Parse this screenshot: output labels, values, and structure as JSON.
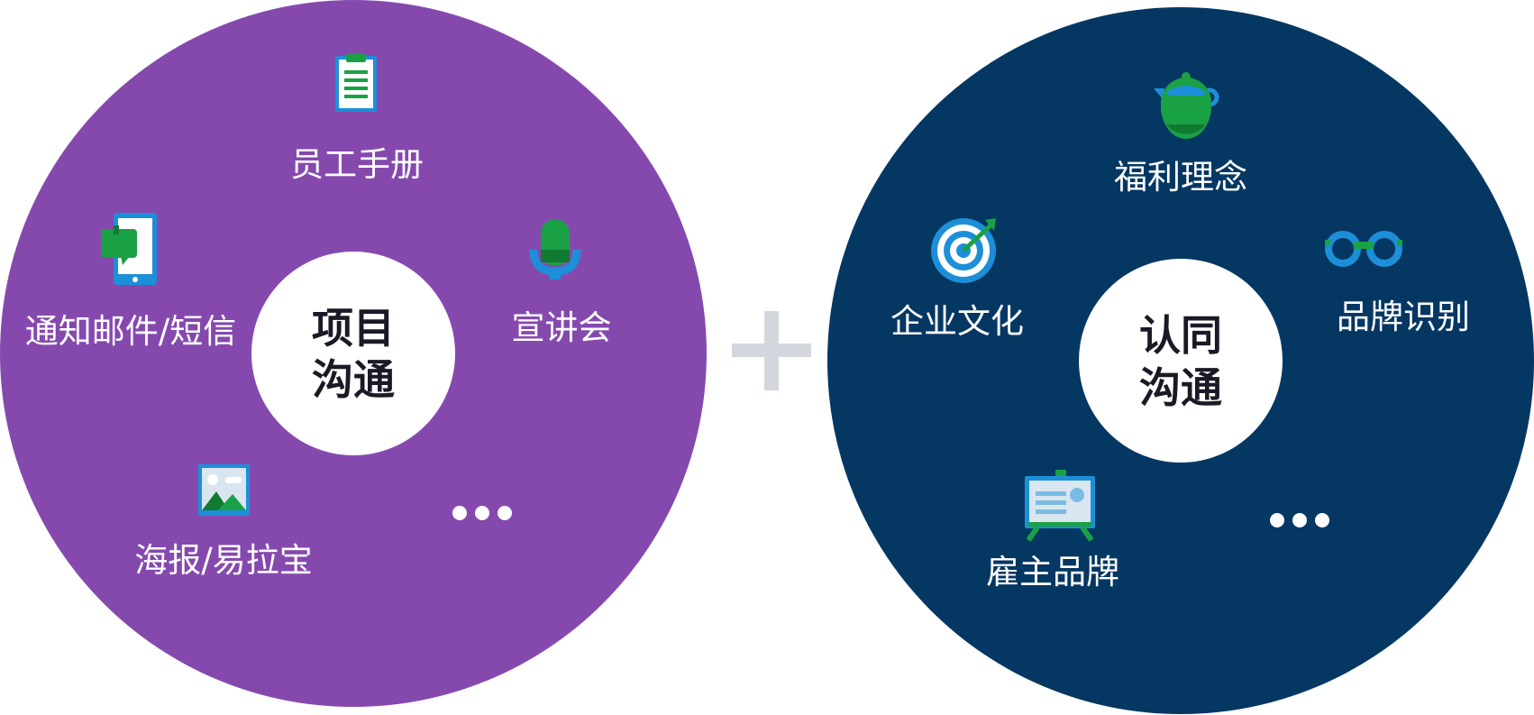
{
  "colors": {
    "left_circle": "#8549AE",
    "right_circle": "#053763",
    "center_fill": "#FFFFFF",
    "center_text": "#1A1A26",
    "plus": "#D3D7DD",
    "icon_green": "#1AA145",
    "icon_blue": "#1D8FD8",
    "icon_dark_green": "#117A31"
  },
  "left_group": {
    "center_line1": "项目",
    "center_line2": "沟通",
    "items": {
      "handbook": {
        "label": "员工手册",
        "icon": "clipboard-icon"
      },
      "notice": {
        "label": "通知邮件/短信",
        "icon": "phone-chat-icon"
      },
      "presentation": {
        "label": "宣讲会",
        "icon": "microphone-icon"
      },
      "poster": {
        "label": "海报/易拉宝",
        "icon": "picture-icon"
      },
      "more": {
        "label": "•••",
        "icon": "ellipsis-icon"
      }
    }
  },
  "plus_symbol": "+",
  "right_group": {
    "center_line1": "认同",
    "center_line2": "沟通",
    "items": {
      "welfare": {
        "label": "福利理念",
        "icon": "teapot-icon"
      },
      "culture": {
        "label": "企业文化",
        "icon": "target-icon"
      },
      "brand_id": {
        "label": "品牌识别",
        "icon": "glasses-icon"
      },
      "employer_brand": {
        "label": "雇主品牌",
        "icon": "easel-icon"
      },
      "more": {
        "label": "•••",
        "icon": "ellipsis-icon"
      }
    }
  }
}
